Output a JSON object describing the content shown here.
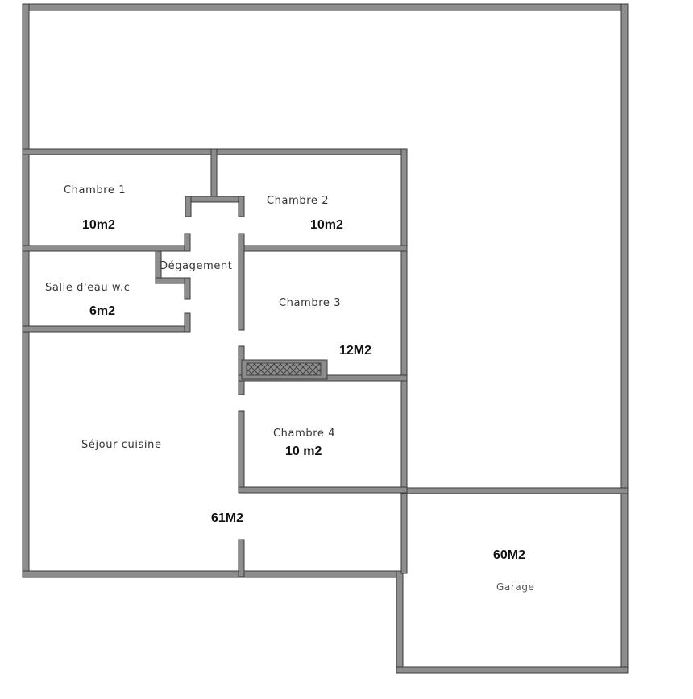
{
  "plan": {
    "rooms": [
      {
        "key": "chambre1",
        "name": "Chambre 1",
        "area": "10m2"
      },
      {
        "key": "chambre2",
        "name": "Chambre 2",
        "area": "10m2"
      },
      {
        "key": "degagement",
        "name": "Dégagement",
        "area": ""
      },
      {
        "key": "salle_eau",
        "name": "Salle d'eau w.c",
        "area": "6m2"
      },
      {
        "key": "chambre3",
        "name": "Chambre 3",
        "area": "12M2"
      },
      {
        "key": "chambre4",
        "name": "Chambre 4",
        "area": "10 m2"
      },
      {
        "key": "sejour",
        "name": "Séjour cuisine",
        "area": "61M2"
      },
      {
        "key": "garage",
        "name": "Garage",
        "area": "60M2"
      }
    ],
    "colors": {
      "wall_fill": "#8d8d8d",
      "wall_stroke": "#3a3a3a",
      "hatch": "#444444",
      "background": "#ffffff"
    }
  }
}
